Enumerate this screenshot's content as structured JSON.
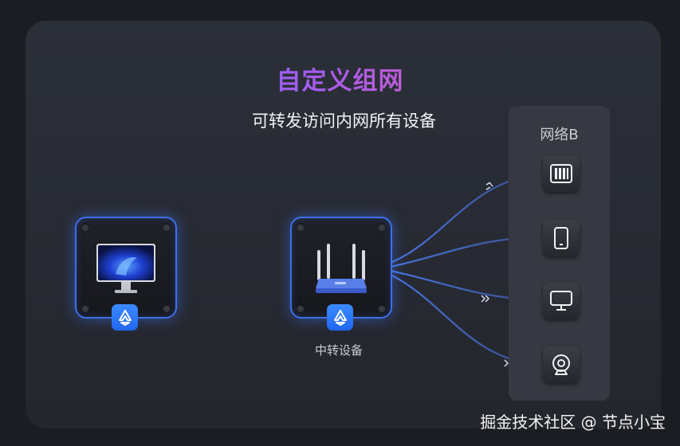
{
  "diagram": {
    "title": "自定义组网",
    "subtitle": "可转发访问内网所有设备",
    "relay_label": "中转设备",
    "network_title": "网络B",
    "watermark": "掘金技术社区 @ 节点小宝"
  },
  "icons": {
    "computer": "desktop-monitor-icon",
    "relay": "wifi-router-icon",
    "app_badge": "app-logo-icon",
    "devices": [
      "nas-server-icon",
      "smartphone-icon",
      "monitor-icon",
      "webcam-icon"
    ]
  },
  "colors": {
    "accent_blue": "#3d6fe8",
    "title_gradient_start": "#5b7cff",
    "title_gradient_end": "#ff5a8a"
  }
}
